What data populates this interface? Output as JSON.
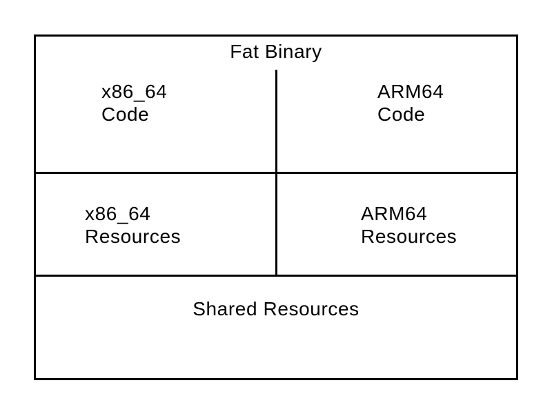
{
  "diagram": {
    "title": "Fat Binary",
    "cells": {
      "x86_code": {
        "arch": "x86_64",
        "kind": "Code"
      },
      "arm64_code": {
        "arch": "ARM64",
        "kind": "Code"
      },
      "x86_resources": {
        "arch": "x86_64",
        "kind": "Resources"
      },
      "arm64_resources": {
        "arch": "ARM64",
        "kind": "Resources"
      },
      "shared": {
        "label": "Shared Resources"
      }
    },
    "colors": {
      "line": "#000000",
      "text": "#000000",
      "background": "#ffffff"
    }
  }
}
